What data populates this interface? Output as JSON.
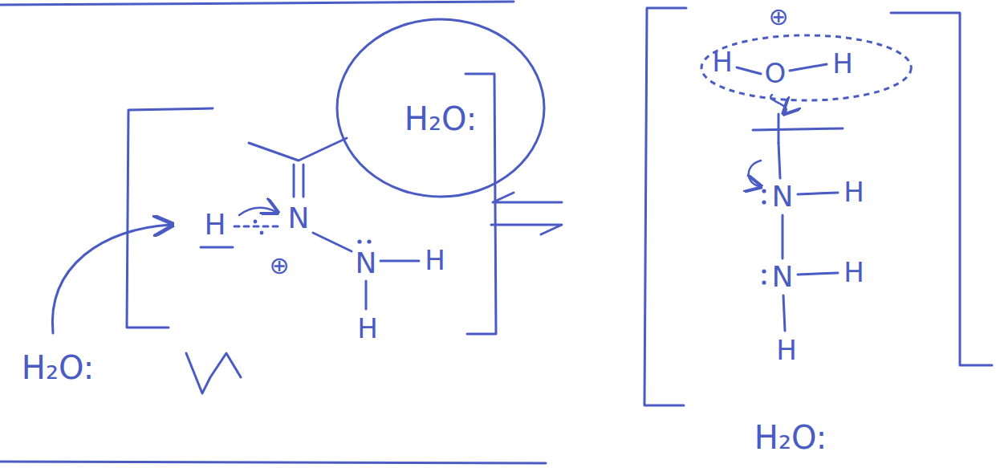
{
  "diagram": {
    "nodes": [
      {
        "text": [
          "H₂O:"
        ]
      },
      {
        "text": [
          "H",
          "O",
          "H"
        ]
      }
    ],
    "labels": [
      "H",
      "N",
      "⊕",
      "N",
      "H",
      "H",
      "H₂O:",
      "⊕",
      "N",
      "H",
      "N",
      "H",
      "H",
      "H₂O:"
    ]
  }
}
